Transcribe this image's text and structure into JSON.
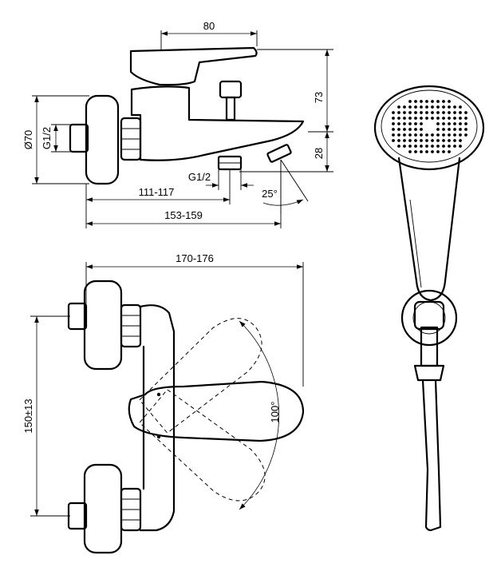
{
  "views": {
    "side": {
      "width_top": "80",
      "height_total": "73",
      "height_spout": "28",
      "diameter_flange": "Ø70",
      "thread_inlet": "G1/2",
      "thread_outlet": "G1/2",
      "projection_outlet": "111-117",
      "projection_spout": "153-159",
      "spout_angle": "25°"
    },
    "front": {
      "overall_width": "170-176",
      "center_distance": "150±13",
      "lever_rotation": "100°"
    }
  },
  "colors": {
    "line": "#000000",
    "background": "#ffffff"
  }
}
